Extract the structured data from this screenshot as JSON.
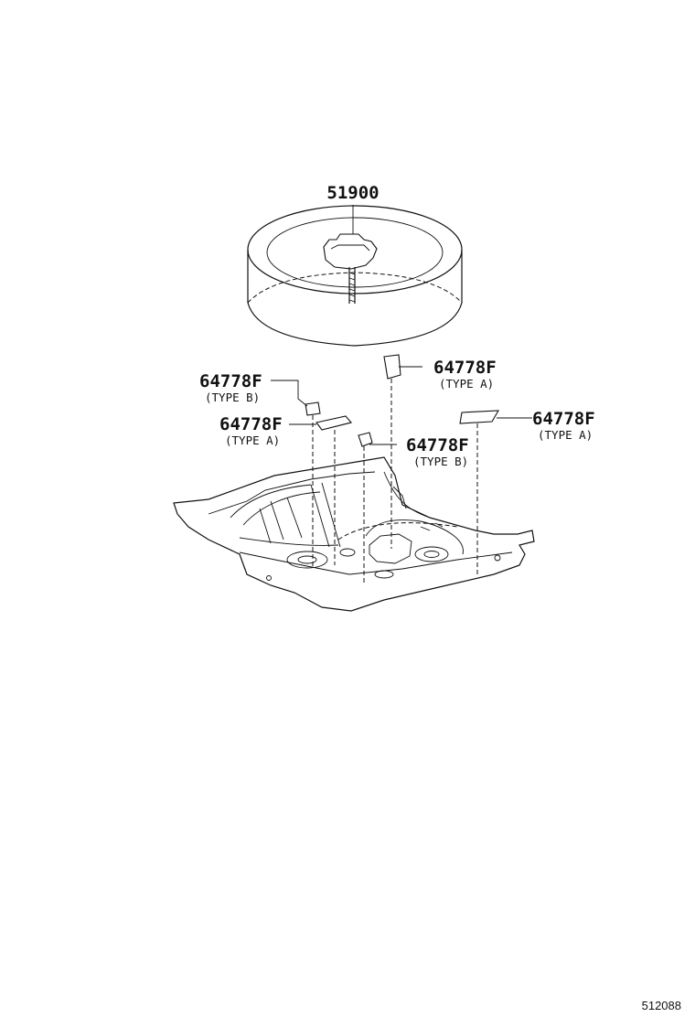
{
  "callouts": {
    "spare_tire": {
      "number": "51900"
    },
    "pad_top_center": {
      "number": "64778F",
      "type": "(TYPE A)"
    },
    "pad_left_upper": {
      "number": "64778F",
      "type": "(TYPE B)"
    },
    "pad_left_lower": {
      "number": "64778F",
      "type": "(TYPE A)"
    },
    "pad_center": {
      "number": "64778F",
      "type": "(TYPE B)"
    },
    "pad_right": {
      "number": "64778F",
      "type": "(TYPE A)"
    }
  },
  "diagram_code": "512088"
}
